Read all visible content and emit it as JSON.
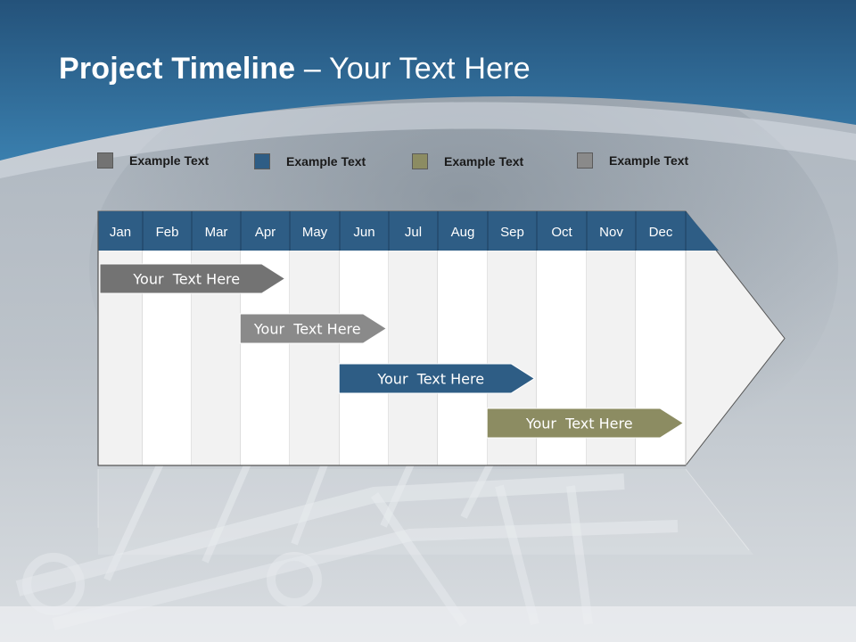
{
  "slide": {
    "title_bold": "Project Timeline",
    "title_rest": " – Your Text Here"
  },
  "legend": [
    {
      "label": "Example Text",
      "color": "#737373"
    },
    {
      "label": "Example Text",
      "color": "#2e5d85"
    },
    {
      "label": "Example Text",
      "color": "#8c8c62"
    },
    {
      "label": "Example Text",
      "color": "#8a8a8a"
    }
  ],
  "timeline": {
    "months": [
      "Jan",
      "Feb",
      "Mar",
      "Apr",
      "May",
      "Jun",
      "Jul",
      "Aug",
      "Sep",
      "Oct",
      "Nov",
      "Dec"
    ],
    "header_color": "#2e5d85",
    "tasks": [
      {
        "label": "Your  Text Here",
        "start": 0,
        "end": 3.9,
        "color": "#737373",
        "lane": 0
      },
      {
        "label": "Your  Text Here",
        "start": 2.95,
        "end": 5.95,
        "color": "#8a8a8a",
        "lane": 1
      },
      {
        "label": "Your  Text Here",
        "start": 4.95,
        "end": 8.95,
        "color": "#2e5d85",
        "lane": 2
      },
      {
        "label": "Your  Text Here",
        "start": 7.95,
        "end": 11.95,
        "color": "#8c8c62",
        "lane": 3
      }
    ]
  },
  "colors": {
    "banner": "#2f6f9c",
    "banner_dark": "#244f74",
    "grid_light": "#f2f2f2",
    "grid_white": "#ffffff"
  }
}
